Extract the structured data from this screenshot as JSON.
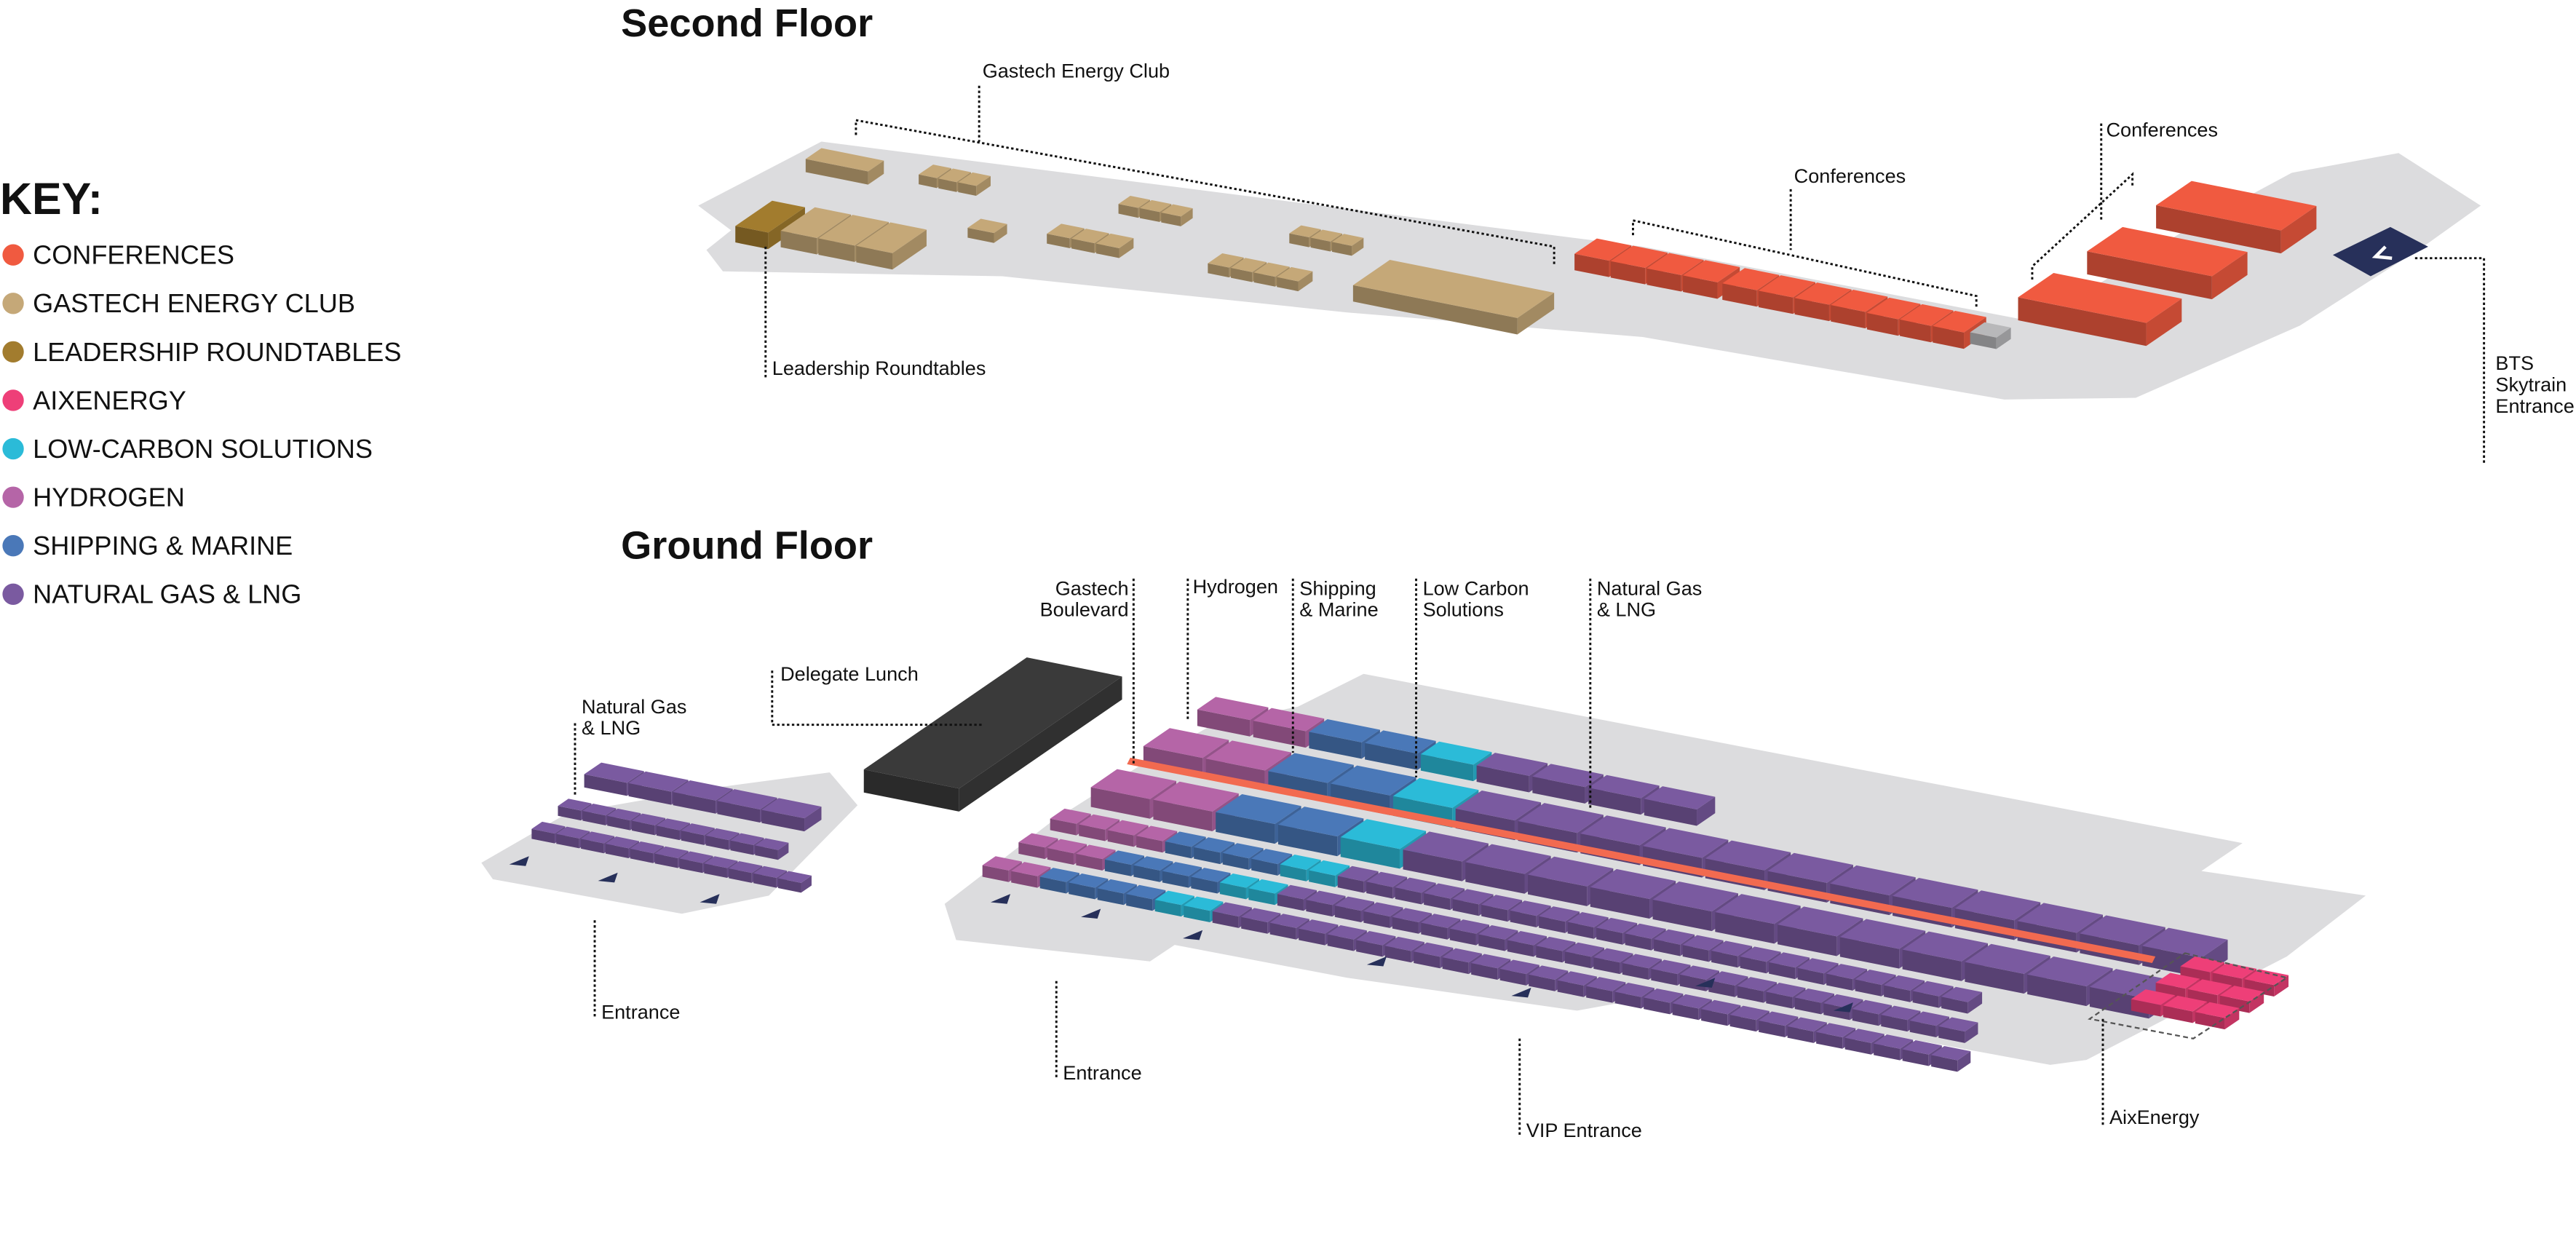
{
  "key": {
    "title": "KEY:",
    "items": [
      {
        "label": "CONFERENCES",
        "color": "#f05a40"
      },
      {
        "label": "GASTECH ENERGY CLUB",
        "color": "#c5a878"
      },
      {
        "label": "LEADERSHIP ROUNDTABLES",
        "color": "#a27c2e"
      },
      {
        "label": "AIXENERGY",
        "color": "#ee3f78"
      },
      {
        "label": "LOW-CARBON SOLUTIONS",
        "color": "#2bbbd8"
      },
      {
        "label": "HYDROGEN",
        "color": "#b565a7"
      },
      {
        "label": "SHIPPING & MARINE",
        "color": "#4a78b8"
      },
      {
        "label": "NATURAL GAS & LNG",
        "color": "#7a5aa0"
      }
    ]
  },
  "second_floor": {
    "title": "Second Floor",
    "labels": {
      "energy_club": "Gastech Energy Club",
      "conferences_1": "Conferences",
      "conferences_2": "Conferences",
      "leadership": "Leadership Roundtables",
      "bts": [
        "BTS",
        "Skytrain",
        "Entrance"
      ]
    }
  },
  "ground_floor": {
    "title": "Ground Floor",
    "labels": {
      "natural_gas_left": [
        "Natural Gas",
        "& LNG"
      ],
      "delegate_lunch": "Delegate Lunch",
      "boulevard": [
        "Gastech",
        "Boulevard"
      ],
      "hydrogen": "Hydrogen",
      "shipping": [
        "Shipping",
        "& Marine"
      ],
      "low_carbon": [
        "Low Carbon",
        "Solutions"
      ],
      "natural_gas": [
        "Natural Gas",
        "& LNG"
      ],
      "entrance_1": "Entrance",
      "entrance_2": "Entrance",
      "vip_entrance": "VIP Entrance",
      "aixenergy": "AixEnergy"
    }
  },
  "colors": {
    "floor": "#dcdcde",
    "delegate_lunch": "#3a3a3a",
    "service": "#b8b8ba",
    "skytrain_icon": "#27305a",
    "arrow": "#27305a"
  }
}
